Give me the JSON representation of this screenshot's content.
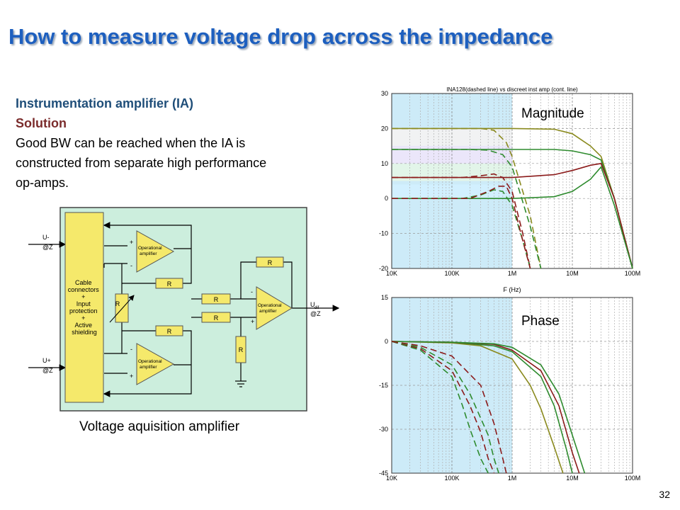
{
  "slide": {
    "title": "How to measure voltage drop across the impedance",
    "heading": "Instrumentation amplifier (IA)",
    "subheading": "Solution",
    "body_lines": [
      "Good BW can be reached  when the IA is",
      "constructed from separate high performance",
      "op-amps."
    ],
    "caption": "Voltage aquisition amplifier",
    "page_number": "32"
  },
  "circuit": {
    "block_label": [
      "Cable",
      "connectors",
      "+",
      "Input",
      "protection",
      "+",
      "Active",
      "shielding"
    ],
    "input_minus": [
      "U-",
      "@Z"
    ],
    "input_plus": [
      "U+",
      "@Z"
    ],
    "output": [
      "U",
      "dif",
      "@Z"
    ],
    "opamp_label": [
      "Operational",
      "amplifier"
    ],
    "resistor": "R",
    "plus_sign": "+",
    "minus_sign": "-"
  },
  "chart_data": [
    {
      "type": "line",
      "title": "INA128(dashed line) vs discreet inst amp (cont. line)",
      "annotation": "Magnitude",
      "x_scale": "log",
      "x_ticks": [
        "10K",
        "100K",
        "1M",
        "10M",
        "100M"
      ],
      "xlim": [
        10000,
        100000000
      ],
      "y_ticks": [
        "30",
        "20",
        "10",
        "0",
        "-10",
        "-20"
      ],
      "ylim": [
        -20,
        30
      ],
      "shaded_bands": [
        [
          0,
          4
        ],
        [
          5,
          10
        ],
        [
          10,
          15
        ],
        [
          15,
          20
        ]
      ],
      "legend": "none",
      "series": [
        {
          "style": "solid",
          "color": "#8a8a1e",
          "x": [
            10000,
            1000000,
            5000000,
            10000000,
            20000000,
            30000000,
            50000000,
            100000000
          ],
          "y": [
            20,
            20,
            19.8,
            18.5,
            15,
            12,
            0,
            -20
          ]
        },
        {
          "style": "solid",
          "color": "#2e8b2e",
          "x": [
            10000,
            1000000,
            5000000,
            10000000,
            20000000,
            30000000,
            50000000,
            100000000
          ],
          "y": [
            14,
            14,
            14,
            13.6,
            12.5,
            11,
            0,
            -20
          ]
        },
        {
          "style": "solid",
          "color": "#8b1a1a",
          "x": [
            10000,
            1000000,
            5000000,
            10000000,
            20000000,
            30000000,
            50000000,
            100000000
          ],
          "y": [
            6,
            6,
            6.8,
            8,
            9.5,
            10,
            0,
            -20
          ]
        },
        {
          "style": "solid",
          "color": "#2e8b2e",
          "x": [
            10000,
            1000000,
            5000000,
            10000000,
            20000000,
            30000000,
            50000000,
            100000000
          ],
          "y": [
            0,
            0,
            0.5,
            2,
            5.5,
            9,
            -2,
            -20
          ]
        },
        {
          "style": "dashed",
          "color": "#8a8a1e",
          "x": [
            10000,
            300000,
            500000,
            800000,
            1000000,
            2000000,
            3000000
          ],
          "y": [
            20,
            20,
            19.5,
            16,
            12,
            -5,
            -20
          ]
        },
        {
          "style": "dashed",
          "color": "#2e8b2e",
          "x": [
            10000,
            200000,
            400000,
            700000,
            1000000,
            2000000,
            3000000
          ],
          "y": [
            14,
            14,
            13.8,
            12.5,
            9,
            -8,
            -20
          ]
        },
        {
          "style": "dashed",
          "color": "#8b1a1a",
          "x": [
            10000,
            150000,
            300000,
            500000,
            700000,
            1000000,
            1500000,
            2000000
          ],
          "y": [
            6,
            6,
            6.5,
            7,
            6,
            2,
            -10,
            -20
          ]
        },
        {
          "style": "dashed",
          "color": "#2e8b2e",
          "x": [
            10000,
            150000,
            300000,
            500000,
            700000,
            1000000,
            1500000,
            2000000
          ],
          "y": [
            0,
            0,
            1,
            2.5,
            2,
            -2,
            -12,
            -20
          ]
        },
        {
          "style": "dashed",
          "color": "#8b1a1a",
          "x": [
            10000,
            200000,
            400000,
            600000,
            800000,
            1000000,
            1400000,
            2000000
          ],
          "y": [
            0,
            0,
            2,
            3.5,
            3.5,
            0,
            -10,
            -20
          ]
        }
      ]
    },
    {
      "type": "line",
      "annotation": "Phase",
      "xlabel": "F (Hz)",
      "x_scale": "log",
      "x_ticks": [
        "10K",
        "100K",
        "1M",
        "10M",
        "100M"
      ],
      "xlim": [
        10000,
        100000000
      ],
      "y_ticks": [
        "15",
        "0",
        "-15",
        "-30",
        "-45"
      ],
      "ylim": [
        -45,
        15
      ],
      "legend": "none",
      "series": [
        {
          "style": "solid",
          "color": "#8a8a1e",
          "x": [
            10000,
            100000,
            300000,
            1000000,
            2000000,
            3000000,
            5000000,
            7000000
          ],
          "y": [
            0,
            -0.5,
            -1.5,
            -6,
            -15,
            -23,
            -36,
            -45
          ]
        },
        {
          "style": "solid",
          "color": "#2e8b2e",
          "x": [
            10000,
            100000,
            500000,
            1000000,
            3000000,
            5000000,
            8000000,
            10000000
          ],
          "y": [
            0,
            -0.3,
            -1.5,
            -3.5,
            -12,
            -22,
            -37,
            -45
          ]
        },
        {
          "style": "solid",
          "color": "#8b1a1a",
          "x": [
            10000,
            100000,
            500000,
            1000000,
            3000000,
            6000000,
            10000000,
            13000000
          ],
          "y": [
            0,
            -0.3,
            -1,
            -3,
            -10,
            -22,
            -38,
            -45
          ]
        },
        {
          "style": "solid",
          "color": "#2e8b2e",
          "x": [
            10000,
            100000,
            500000,
            1000000,
            3000000,
            6000000,
            10000000,
            16000000
          ],
          "y": [
            0,
            -0.3,
            -0.8,
            -2,
            -8,
            -18,
            -32,
            -45
          ]
        },
        {
          "style": "dashed",
          "color": "#2e8b2e",
          "x": [
            10000,
            30000,
            100000,
            150000,
            200000,
            300000,
            400000
          ],
          "y": [
            0,
            -3,
            -12,
            -22,
            -30,
            -40,
            -45
          ]
        },
        {
          "style": "dashed",
          "color": "#8b1a1a",
          "x": [
            10000,
            30000,
            100000,
            200000,
            300000,
            400000,
            500000
          ],
          "y": [
            0,
            -2.5,
            -10,
            -22,
            -31,
            -40,
            -45
          ]
        },
        {
          "style": "dashed",
          "color": "#2e8b2e",
          "x": [
            10000,
            30000,
            100000,
            200000,
            400000,
            500000,
            600000
          ],
          "y": [
            0,
            -2,
            -8,
            -18,
            -32,
            -40,
            -45
          ]
        },
        {
          "style": "dashed",
          "color": "#8b1a1a",
          "x": [
            10000,
            30000,
            100000,
            300000,
            500000,
            700000,
            800000
          ],
          "y": [
            0,
            -1.5,
            -5,
            -15,
            -28,
            -40,
            -45
          ]
        }
      ]
    }
  ]
}
